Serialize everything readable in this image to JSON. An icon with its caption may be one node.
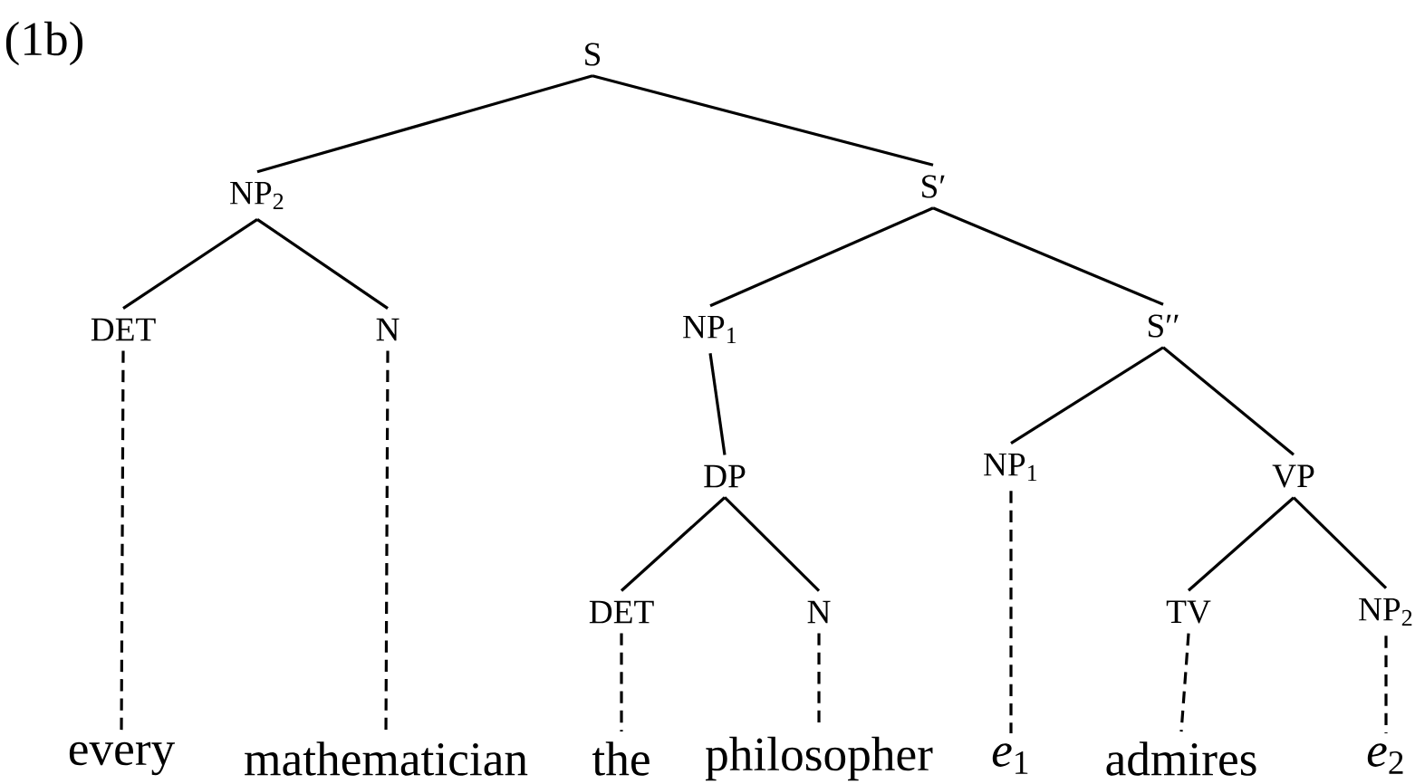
{
  "diagram": {
    "nodes": [
      {
        "text": [
          "S"
        ]
      },
      {
        "text": [
          "NP$_{2}$"
        ]
      },
      {
        "text": [
          "S′"
        ]
      },
      {
        "text": [
          "DET"
        ]
      },
      {
        "text": [
          "N"
        ]
      },
      {
        "text": [
          "NP$_{1}$"
        ]
      },
      {
        "text": [
          "S′′"
        ]
      },
      {
        "text": [
          "DP"
        ]
      },
      {
        "text": [
          "NP$_{1}$"
        ]
      },
      {
        "text": [
          "VP"
        ]
      },
      {
        "text": [
          "DET"
        ]
      },
      {
        "text": [
          "N"
        ]
      },
      {
        "text": [
          "TV"
        ]
      },
      {
        "text": [
          "NP$_{2}$"
        ]
      },
      {
        "text": [
          "every"
        ]
      },
      {
        "text": [
          "mathematician"
        ]
      },
      {
        "text": [
          "the"
        ]
      },
      {
        "text": [
          "philosopher"
        ]
      },
      {
        "text": [
          "*e*$_{1}$"
        ]
      },
      {
        "text": [
          "admires"
        ]
      },
      {
        "text": [
          "*e*$_{2}$"
        ]
      }
    ],
    "edges": [
      {
        "from": 0,
        "to": 1,
        "arrow": "none"
      },
      {
        "from": 0,
        "to": 2,
        "arrow": "none"
      },
      {
        "from": 1,
        "to": 3,
        "arrow": "none"
      },
      {
        "from": 1,
        "to": 4,
        "arrow": "none"
      },
      {
        "from": 2,
        "to": 5,
        "arrow": "none"
      },
      {
        "from": 2,
        "to": 6,
        "arrow": "none"
      },
      {
        "from": 5,
        "to": 7,
        "arrow": "none"
      },
      {
        "from": 6,
        "to": 8,
        "arrow": "none"
      },
      {
        "from": 6,
        "to": 9,
        "arrow": "none"
      },
      {
        "from": 7,
        "to": 10,
        "arrow": "none"
      },
      {
        "from": 7,
        "to": 11,
        "arrow": "none"
      },
      {
        "from": 9,
        "to": 12,
        "arrow": "none"
      },
      {
        "from": 9,
        "to": 13,
        "arrow": "none"
      },
      {
        "from": 3,
        "to": 14,
        "arrow": "none",
        "style": "dashed"
      },
      {
        "from": 4,
        "to": 15,
        "arrow": "none",
        "style": "dashed"
      },
      {
        "from": 10,
        "to": 16,
        "arrow": "none",
        "style": "dashed"
      },
      {
        "from": 11,
        "to": 17,
        "arrow": "none",
        "style": "dashed"
      },
      {
        "from": 8,
        "to": 18,
        "arrow": "none",
        "style": "dashed"
      },
      {
        "from": 12,
        "to": 19,
        "arrow": "none",
        "style": "dashed"
      },
      {
        "from": 13,
        "to": 20,
        "arrow": "none",
        "style": "dashed"
      }
    ],
    "labels": [
      "(1b)"
    ]
  }
}
